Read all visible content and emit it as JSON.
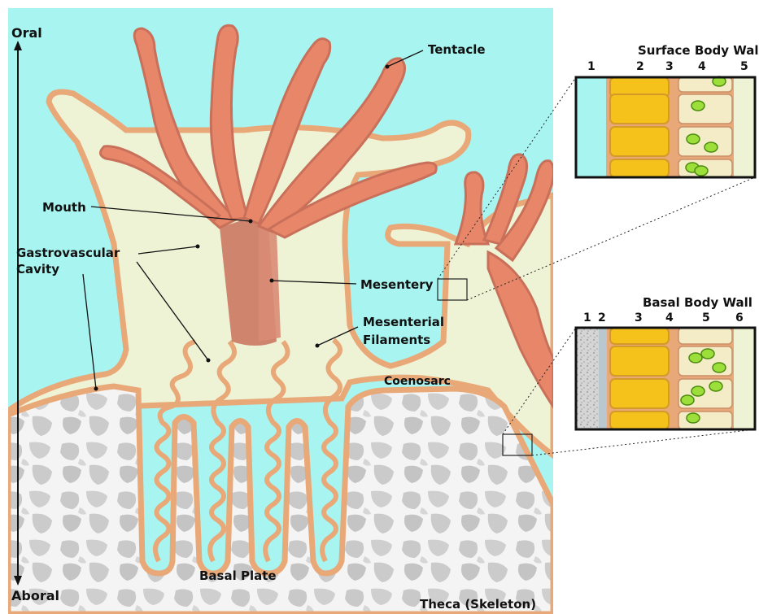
{
  "labels": {
    "oral": "Oral",
    "aboral": "Aboral",
    "tentacle": "Tentacle",
    "mouth": "Mouth",
    "gastrovascular_1": "Gastrovascular",
    "gastrovascular_2": "Cavity",
    "mesentery": "Mesentery",
    "mesenterial_1": "Mesenterial",
    "mesenterial_2": "Filaments",
    "coenosarc": "Coenosarc",
    "basal_plate": "Basal Plate",
    "theca": "Theca (Skeleton)"
  },
  "surface_inset": {
    "title": "Surface Body Wall",
    "layer_numbers": [
      "1",
      "2",
      "3",
      "4",
      "5"
    ]
  },
  "basal_inset": {
    "title": "Basal Body Wall",
    "layer_numbers": [
      "1",
      "2",
      "3",
      "4",
      "5",
      "6"
    ]
  },
  "colors": {
    "seawater": "#a8f4f0",
    "tissue": "#eef3d6",
    "tissue_outline": "#e8a878",
    "tentacle": "#e8866a",
    "tentacle_dark": "#c9705a",
    "skeleton": "#f5f5f5",
    "skeleton_stone": "#c8c8c8",
    "zooxanthellae": "#9ddf3a",
    "cell_yellow": "#f5c21c"
  }
}
